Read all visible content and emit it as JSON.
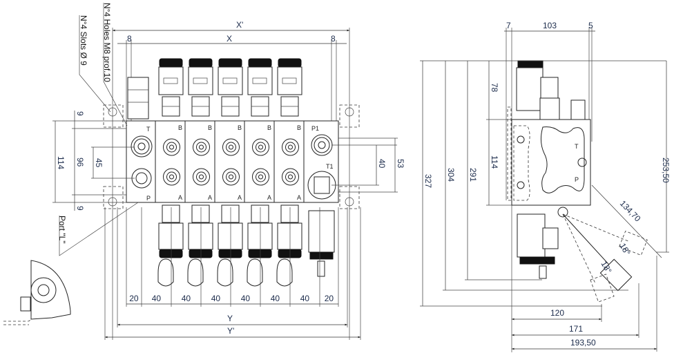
{
  "front_view": {
    "dims": {
      "x_prime": "X'",
      "x": "X",
      "left_8": "8",
      "right_8": "8",
      "y": "Y",
      "y_prime": "Y'",
      "pitch": [
        "20",
        "40",
        "40",
        "40",
        "40",
        "40",
        "40",
        "20"
      ],
      "h_114": "114",
      "h_96": "96",
      "h_45": "45",
      "top_9": "9",
      "bottom_9": "9",
      "r_40": "40",
      "r_53": "53"
    },
    "annotations": {
      "slots": "N°4 Slots Ø 9",
      "holes": "N°4 Holes M8 prof.10",
      "port_l": "Port \"L\""
    },
    "ports": {
      "t": "T",
      "p": "P",
      "p1": "P1",
      "t1": "T1",
      "b": "B",
      "a": "A"
    },
    "section_count": 5
  },
  "side_view": {
    "dims": {
      "top_7": "7",
      "top_103": "103",
      "top_5": "5",
      "v_327": "327",
      "v_304": "304",
      "v_291": "291",
      "v_78": "78",
      "v_114": "114",
      "v_253_50": "253,50",
      "diag_134_70": "134,70",
      "angle_1": "18°",
      "angle_2": "18°",
      "h_120": "120",
      "h_171": "171",
      "h_193_50": "193,50"
    },
    "ports": {
      "t": "T",
      "p": "P"
    }
  }
}
